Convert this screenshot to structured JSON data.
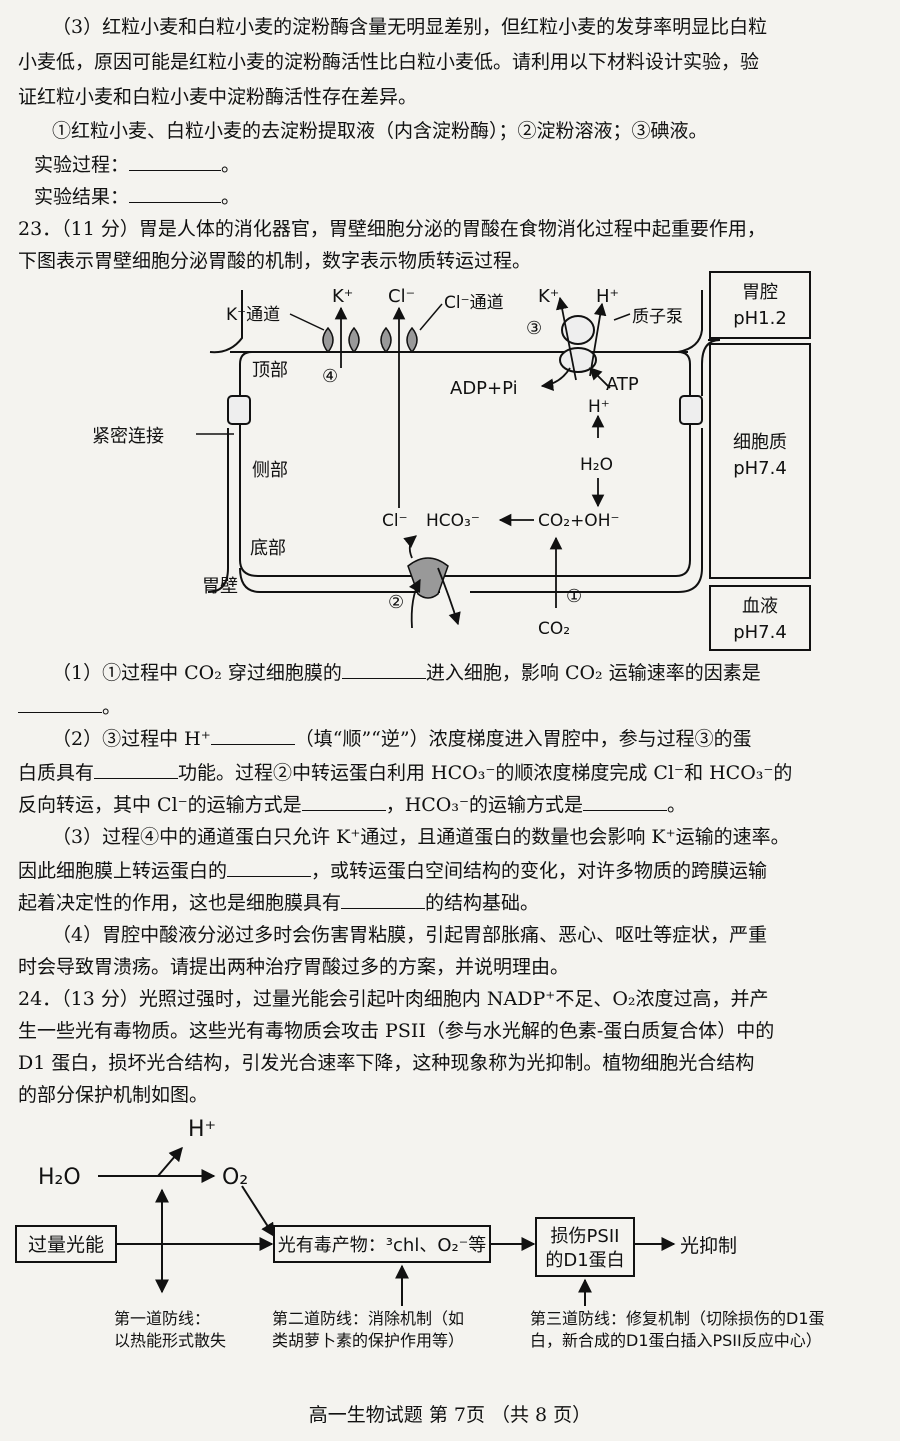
{
  "q22_3": {
    "line1": "（3）红粒小麦和白粒小麦的淀粉酶含量无明显差别，但红粒小麦的发芽率明显比白粒",
    "line2": "小麦低，原因可能是红粒小麦的淀粉酶活性比白粒小麦低。请利用以下材料设计实验，验",
    "line3": "证红粒小麦和白粒小麦中淀粉酶活性存在差异。",
    "materials": "①红粒小麦、白粒小麦的去淀粉提取液（内含淀粉酶）；②淀粉溶液；③碘液。",
    "process_label": "实验过程：",
    "result_label": "实验结果：",
    "period": "。"
  },
  "q23": {
    "line1": "23．（11 分）胃是人体的消化器官，胃壁细胞分泌的胃酸在食物消化过程中起重要作用，",
    "line2": "下图表示胃壁细胞分泌胃酸的机制，数字表示物质转运过程。",
    "figure": {
      "k_channel": "K⁺通道",
      "k_top": "K⁺",
      "cl_top": "Cl⁻",
      "cl_channel": "Cl⁻通道",
      "k_pump": "K⁺",
      "h_pump": "H⁺",
      "proton_pump": "质子泵",
      "n3": "③",
      "n4": "④",
      "n2": "②",
      "n1": "①",
      "top_part": "顶部",
      "side_part": "侧部",
      "bottom_part": "底部",
      "tight_junction": "紧密连接",
      "stomach_wall": "胃壁",
      "adp": "ADP+Pi",
      "atp": "ATP",
      "h_plus": "H⁺",
      "h2o": "H₂O",
      "cl_bottom": "Cl⁻",
      "hco3": "HCO₃⁻",
      "co2oh": "CO₂+OH⁻",
      "co2": "CO₂",
      "lumen": "胃腔",
      "lumen_ph": "pH1.2",
      "cytoplasm": "细胞质",
      "cytoplasm_ph": "pH7.4",
      "blood": "血液",
      "blood_ph": "pH7.4"
    },
    "s1a": "（1）①过程中 CO₂ 穿过细胞膜的",
    "s1b": "进入细胞，影响 CO₂ 运输速率的因素是",
    "s1c": "。",
    "s2a": "（2）③过程中 H⁺",
    "s2b": "（填“顺”“逆”）浓度梯度进入胃腔中，参与过程③的蛋",
    "s2c": "白质具有",
    "s2d": "功能。过程②中转运蛋白利用 HCO₃⁻的顺浓度梯度完成 Cl⁻和 HCO₃⁻的",
    "s2e": "反向转运，其中 Cl⁻的运输方式是",
    "s2f": "，HCO₃⁻的运输方式是",
    "s2g": "。",
    "s3a": "（3）过程④中的通道蛋白只允许 K⁺通过，且通道蛋白的数量也会影响 K⁺运输的速率。",
    "s3b": "因此细胞膜上转运蛋白的",
    "s3c": "，或转运蛋白空间结构的变化，对许多物质的跨膜运输",
    "s3d": "起着决定性的作用，这也是细胞膜具有",
    "s3e": "的结构基础。",
    "s4a": "（4）胃腔中酸液分泌过多时会伤害胃粘膜，引起胃部胀痛、恶心、呕吐等症状，严重",
    "s4b": "时会导致胃溃疡。请提出两种治疗胃酸过多的方案，并说明理由。"
  },
  "q24": {
    "line1": "24．（13 分）光照过强时，过量光能会引起叶肉细胞内 NADP⁺不足、O₂浓度过高，并产",
    "line2": "生一些光有毒物质。这些光有毒物质会攻击 PSII（参与水光解的色素-蛋白质复合体）中的",
    "line3": "D1 蛋白，损坏光合结构，引发光合速率下降，这种现象称为光抑制。植物细胞光合结构",
    "line4": "的部分保护机制如图。",
    "figure": {
      "h_plus": "H⁺",
      "h2o": "H₂O",
      "o2": "O₂",
      "excess_light": "过量光能",
      "toxic": "光有毒产物：³chl、O₂⁻等",
      "damage1": "损伤PSII",
      "damage2": "的D1蛋白",
      "inhibition": "光抑制",
      "def1a": "第一道防线：",
      "def1b": "以热能形式散失",
      "def2a": "第二道防线：消除机制（如",
      "def2b": "类胡萝卜素的保护作用等）",
      "def3a": "第三道防线：修复机制（切除损伤的D1蛋",
      "def3b": "白，新合成的D1蛋白插入PSII反应中心）"
    }
  },
  "footer": "高一生物试题  第 7页  （共 8 页）"
}
